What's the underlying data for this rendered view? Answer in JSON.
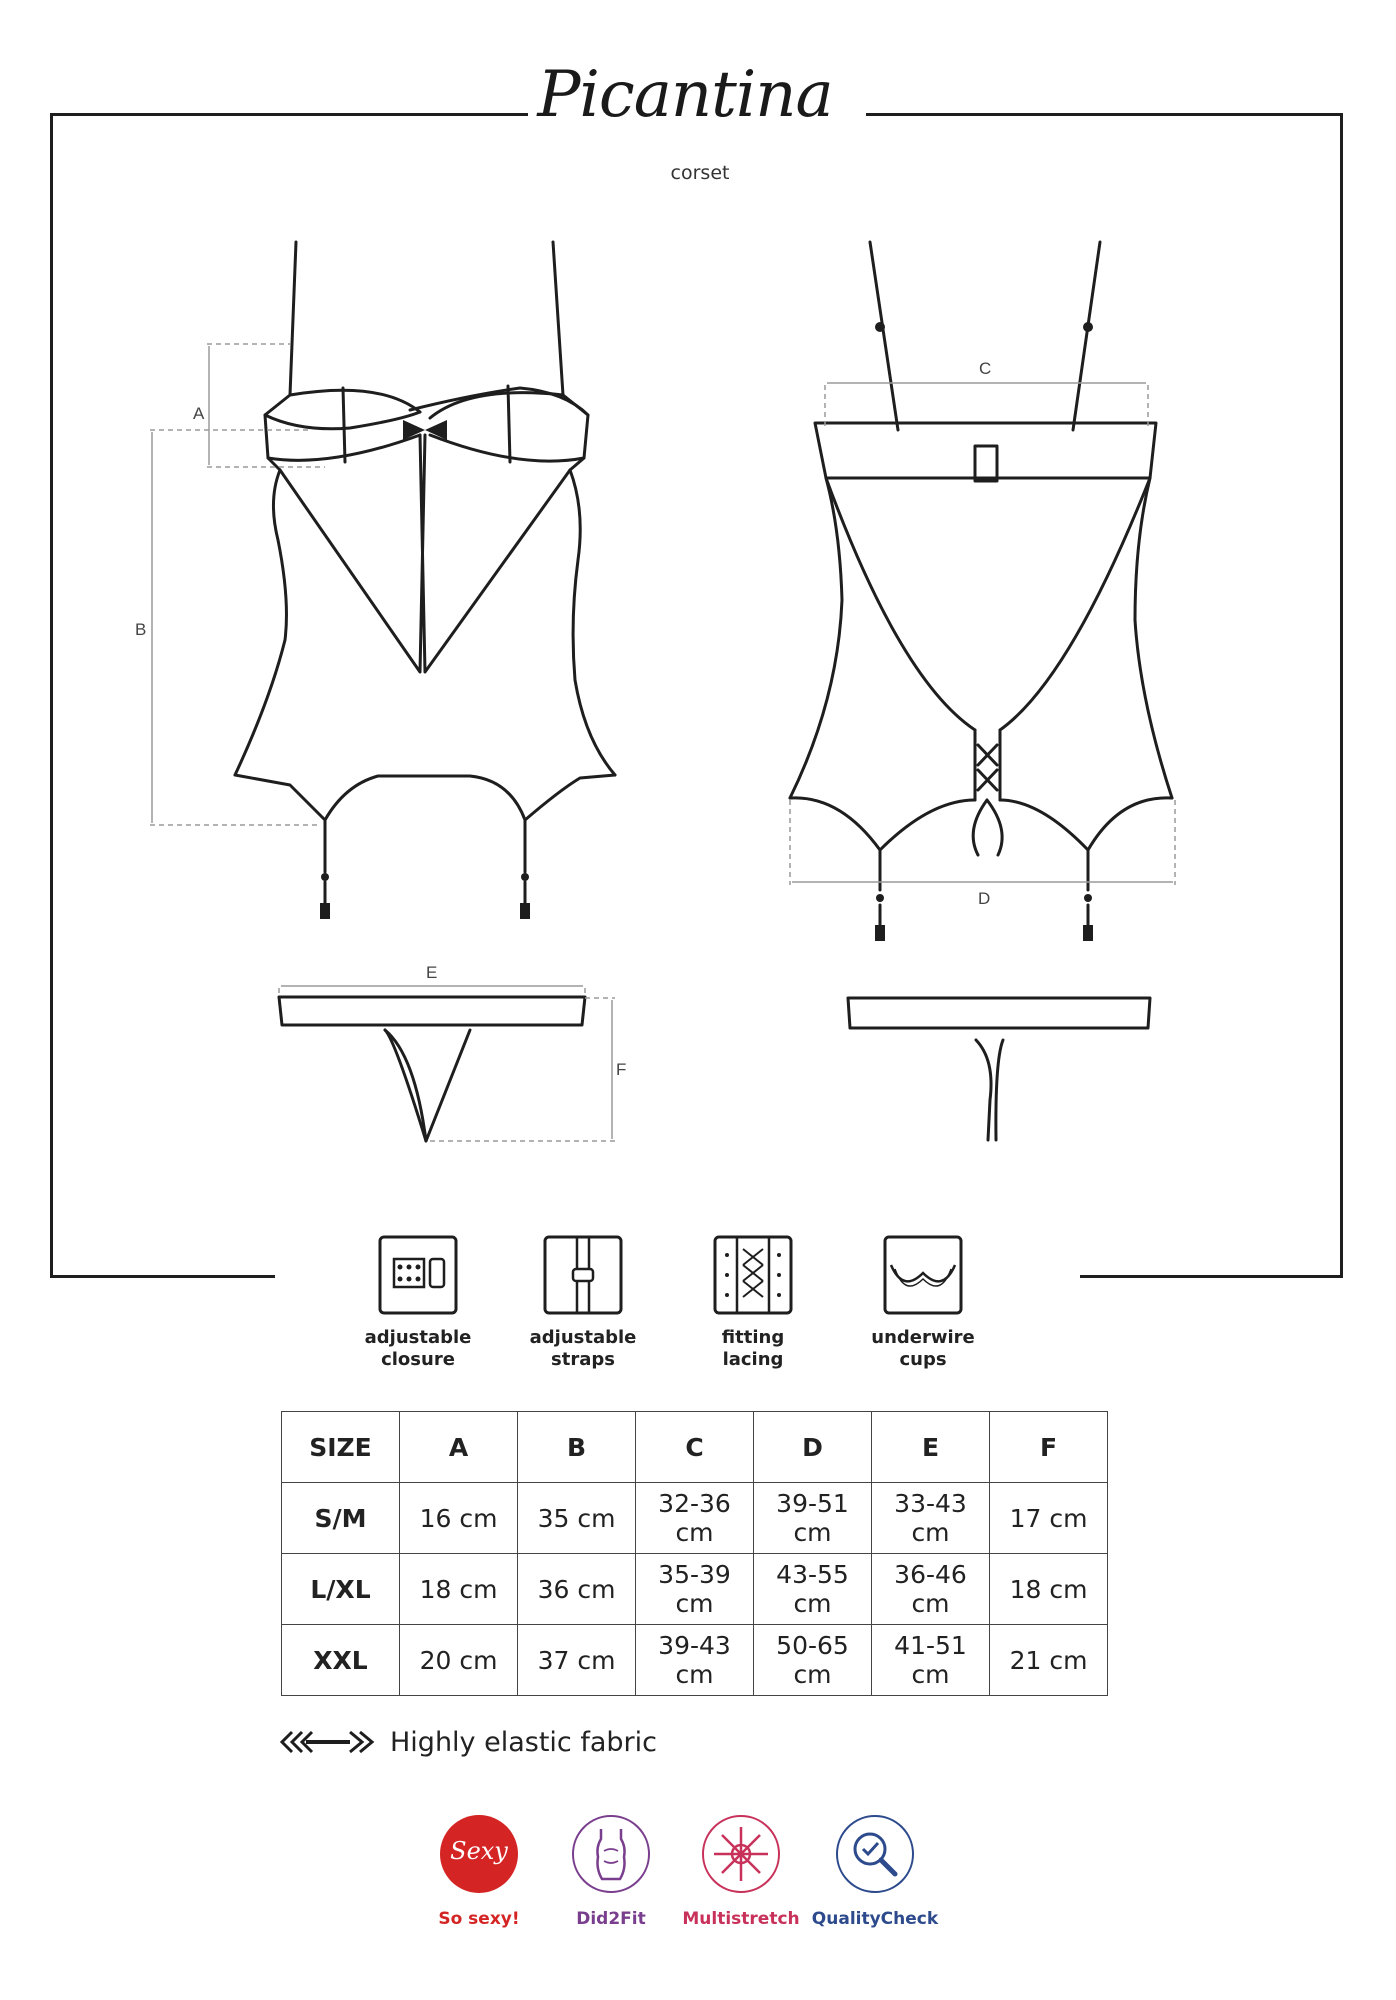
{
  "brand": {
    "name": "Picantina",
    "product_type": "corset"
  },
  "diagram_labels": {
    "a": "A",
    "b": "B",
    "c": "C",
    "d": "D",
    "e": "E",
    "f": "F"
  },
  "features": [
    {
      "icon": "adjustable-closure-icon",
      "line1": "adjustable",
      "line2": "closure"
    },
    {
      "icon": "adjustable-straps-icon",
      "line1": "adjustable",
      "line2": "straps"
    },
    {
      "icon": "fitting-lacing-icon",
      "line1": "fitting",
      "line2": "lacing"
    },
    {
      "icon": "underwire-cups-icon",
      "line1": "underwire",
      "line2": "cups"
    }
  ],
  "size_table": {
    "headers": [
      "SIZE",
      "A",
      "B",
      "C",
      "D",
      "E",
      "F"
    ],
    "rows": [
      [
        "S/M",
        "16 cm",
        "35 cm",
        "32-36 cm",
        "39-51 cm",
        "33-43 cm",
        "17 cm"
      ],
      [
        "L/XL",
        "18 cm",
        "36 cm",
        "35-39 cm",
        "43-55 cm",
        "36-46 cm",
        "18 cm"
      ],
      [
        "XXL",
        "20 cm",
        "37 cm",
        "39-43 cm",
        "50-65 cm",
        "41-51 cm",
        "21 cm"
      ]
    ]
  },
  "fabric_note": {
    "icon": "elastic-arrows-icon",
    "text": "Highly elastic fabric"
  },
  "badges": [
    {
      "icon_text": "Sexy",
      "label": "So sexy!",
      "color": "#d42424"
    },
    {
      "label": "Did2Fit",
      "color": "#7a3e8e"
    },
    {
      "label": "Multistretch",
      "color": "#c8325a"
    },
    {
      "label": "QualityCheck",
      "color": "#2c4a8c"
    }
  ]
}
